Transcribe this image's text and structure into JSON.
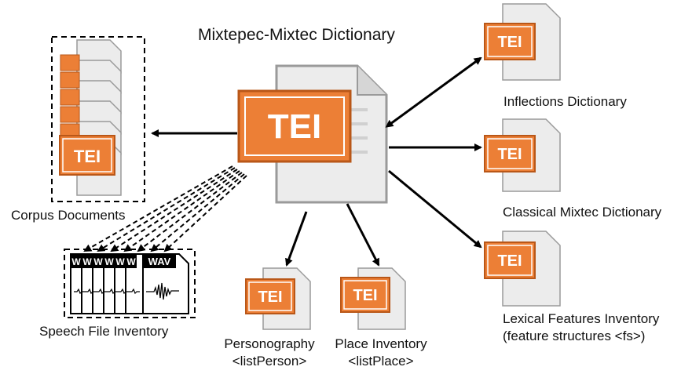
{
  "title": "Mixtepec-Mixtec Dictionary",
  "tei_badge": "TEI",
  "wav_badge": "WAV",
  "w_letter": "W",
  "nodes": {
    "corpus": {
      "label": "Corpus Documents"
    },
    "speech": {
      "label": "Speech File Inventory"
    },
    "personography": {
      "line1": "Personography",
      "line2": "<listPerson>"
    },
    "place": {
      "line1": "Place Inventory",
      "line2": "<listPlace>"
    },
    "inflections": {
      "label": "Inflections Dictionary"
    },
    "classical": {
      "label": "Classical Mixtec Dictionary"
    },
    "lexical": {
      "line1": "Lexical Features Inventory",
      "line2": "(feature structures <fs>)"
    }
  },
  "colors": {
    "tei_orange": "#ec7f36",
    "tei_orange_border": "#b95718",
    "page_fill": "#ececec",
    "page_stroke": "#9a9a9a",
    "arrow": "#000000"
  },
  "icons": [
    "tei-document-icon",
    "wav-audio-file-icon"
  ]
}
